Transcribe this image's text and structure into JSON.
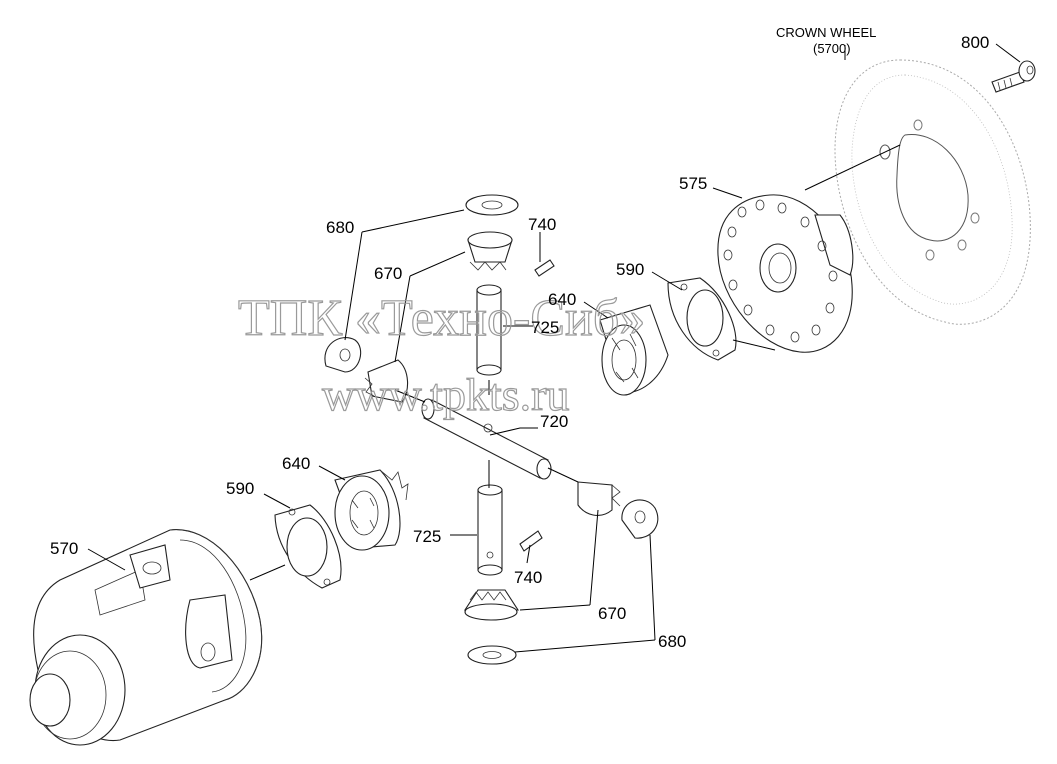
{
  "title": {
    "line1": "CROWN WHEEL",
    "line2": "(5700)"
  },
  "watermark": {
    "line1": "ТПК «Техно-Сиб»",
    "line2": "www.tpkts.ru"
  },
  "callouts": {
    "c800": "800",
    "c575": "575",
    "c680a": "680",
    "c740a": "740",
    "c670a": "670",
    "c590a": "590",
    "c640a": "640",
    "c725a": "725",
    "c720": "720",
    "c640b": "640",
    "c590b": "590",
    "c570": "570",
    "c725b": "725",
    "c740b": "740",
    "c670b": "670",
    "c680b": "680"
  }
}
